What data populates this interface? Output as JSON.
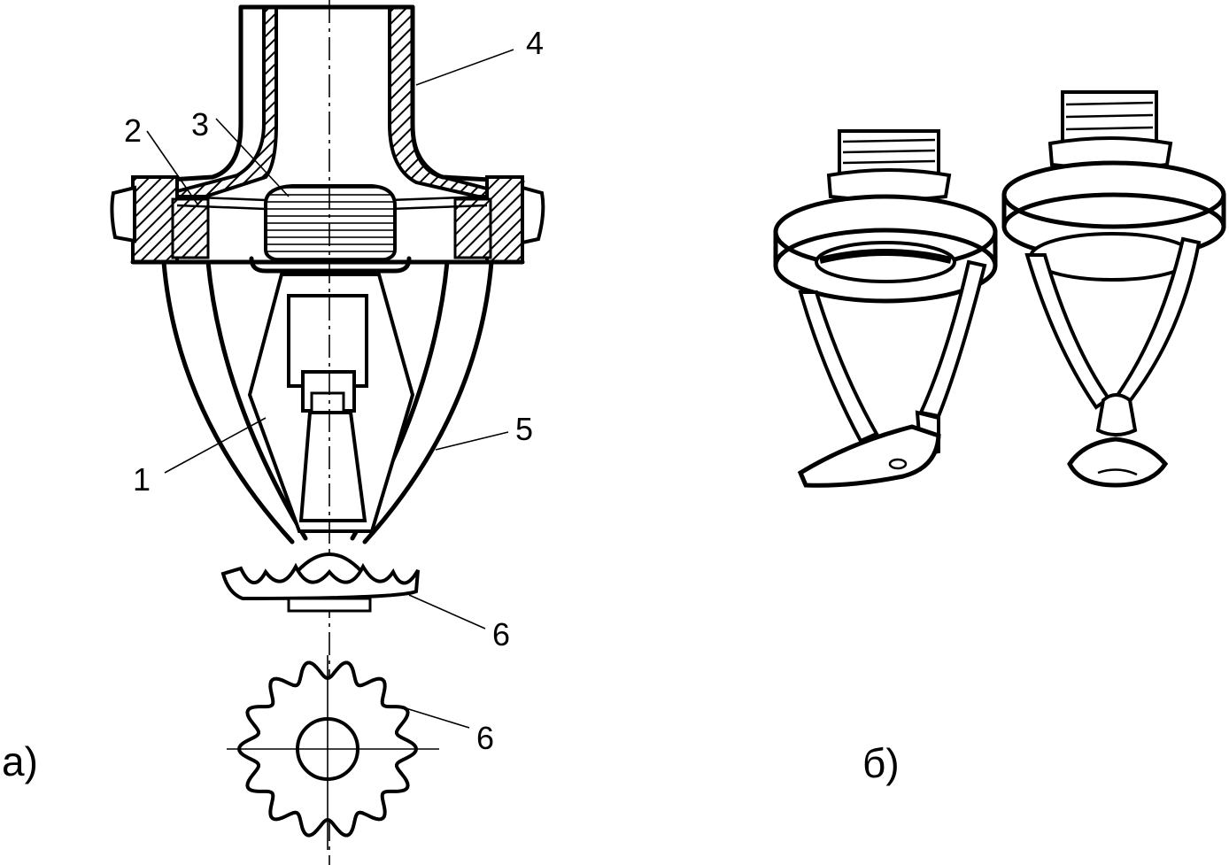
{
  "panels": {
    "a": {
      "label": "а)"
    },
    "b": {
      "label": "б)"
    }
  },
  "callouts": {
    "c1": "1",
    "c2": "2",
    "c3": "3",
    "c4": "4",
    "c5": "5",
    "c6_top": "6",
    "c6_bottom": "6"
  },
  "colors": {
    "ink": "#000000",
    "paper": "#ffffff"
  }
}
